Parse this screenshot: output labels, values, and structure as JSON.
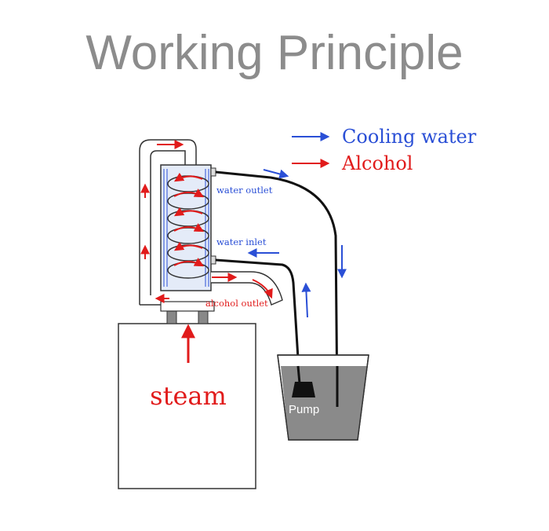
{
  "title": "Working Principle",
  "legend": [
    {
      "label": "Cooling water",
      "color": "#2a4fd6"
    },
    {
      "label": "Alcohol",
      "color": "#e11b1b"
    }
  ],
  "labels": {
    "water_outlet": "water outlet",
    "water_inlet": "water inlet",
    "alcohol_outlet": "alcohol outlet",
    "steam": "steam",
    "pump": "Pump"
  },
  "colors": {
    "cooling_water": "#2a4fd6",
    "alcohol": "#e11b1b",
    "outline": "#333333",
    "coolant_fill": "#e4ebf8",
    "bucket_water": "#8a8a8a",
    "title": "#8c8c8c"
  }
}
